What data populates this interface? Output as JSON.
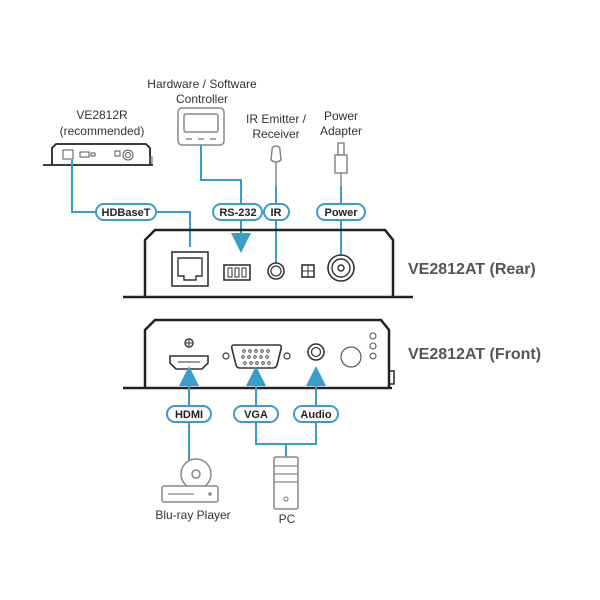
{
  "devices": {
    "receiver": {
      "name": "VE2812R",
      "note": "(recommended)"
    },
    "controller": {
      "line1": "Hardware / Software",
      "line2": "Controller"
    },
    "ir": {
      "line1": "IR Emitter /",
      "line2": "Receiver"
    },
    "power": {
      "line1": "Power",
      "line2": "Adapter"
    },
    "bluray": {
      "label": "Blu-ray Player"
    },
    "pc": {
      "label": "PC"
    }
  },
  "panels": {
    "rear": "VE2812AT (Rear)",
    "front": "VE2812AT (Front)"
  },
  "connectors": {
    "hdbaset": "HDBaseT",
    "rs232": "RS-232",
    "ir": "IR",
    "power": "Power",
    "hdmi": "HDMI",
    "vga": "VGA",
    "audio": "Audio"
  },
  "colors": {
    "cable": "#3a9cc9",
    "device": "#222222",
    "peripheral": "#888888"
  }
}
